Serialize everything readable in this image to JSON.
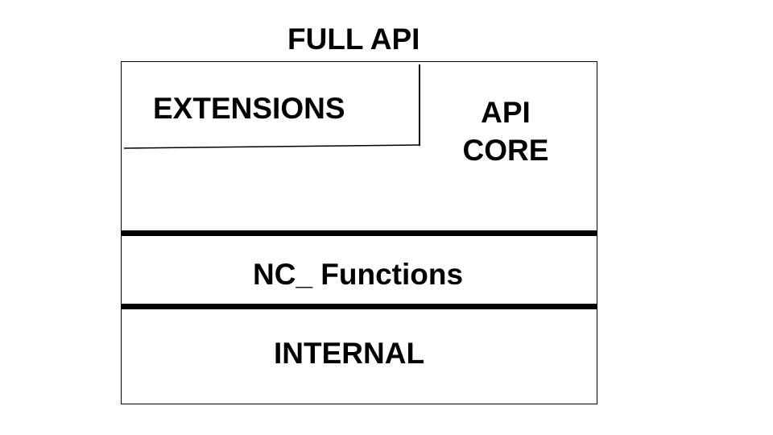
{
  "diagram": {
    "title": "FULL API",
    "extensions_label": "EXTENSIONS",
    "api_core_label": "API CORE",
    "nc_functions_label": "NC_ Functions",
    "internal_label": "INTERNAL"
  }
}
